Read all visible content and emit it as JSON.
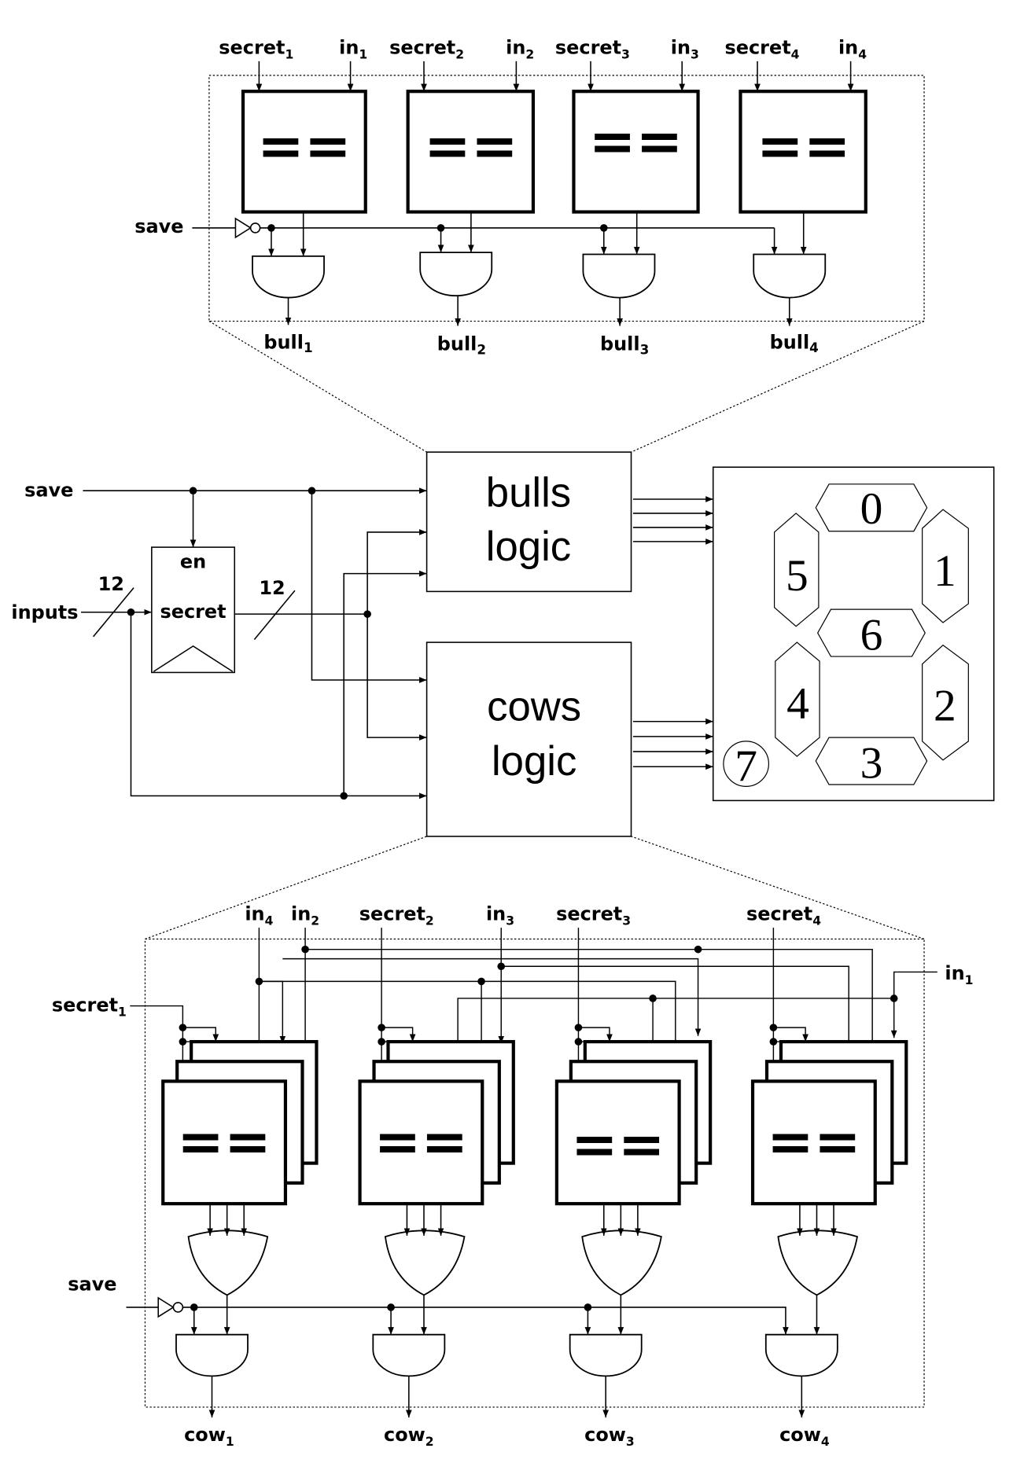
{
  "top_detail": {
    "comparators": [
      {
        "secret": "secret",
        "secret_sub": "1",
        "input": "in",
        "input_sub": "1",
        "op": "=="
      },
      {
        "secret": "secret",
        "secret_sub": "2",
        "input": "in",
        "input_sub": "2",
        "op": "=="
      },
      {
        "secret": "secret",
        "secret_sub": "3",
        "input": "in",
        "input_sub": "3",
        "op": "=="
      },
      {
        "secret": "secret",
        "secret_sub": "4",
        "input": "in",
        "input_sub": "4",
        "op": "=="
      }
    ],
    "save_label": "save",
    "outputs": [
      {
        "name": "bull",
        "sub": "1"
      },
      {
        "name": "bull",
        "sub": "2"
      },
      {
        "name": "bull",
        "sub": "3"
      },
      {
        "name": "bull",
        "sub": "4"
      }
    ]
  },
  "middle": {
    "save_label": "save",
    "inputs_label": "inputs",
    "bus_width_in": "12",
    "bus_width_out": "12",
    "register": {
      "enable": "en",
      "name": "secret"
    },
    "bulls_block": {
      "line1": "bulls",
      "line2": "logic"
    },
    "cows_block": {
      "line1": "cows",
      "line2": "logic"
    },
    "display_segments": {
      "s0": "0",
      "s1": "1",
      "s2": "2",
      "s3": "3",
      "s4": "4",
      "s5": "5",
      "s6": "6",
      "s7": "7"
    }
  },
  "bottom_detail": {
    "top_inputs": [
      {
        "name": "in",
        "sub": "4"
      },
      {
        "name": "in",
        "sub": "2"
      },
      {
        "name": "secret",
        "sub": "2"
      },
      {
        "name": "in",
        "sub": "3"
      },
      {
        "name": "secret",
        "sub": "3"
      },
      {
        "name": "secret",
        "sub": "4"
      }
    ],
    "in1": {
      "name": "in",
      "sub": "1"
    },
    "secret1": {
      "name": "secret",
      "sub": "1"
    },
    "save_label": "save",
    "comparator_op": "==",
    "outputs": [
      {
        "name": "cow",
        "sub": "1"
      },
      {
        "name": "cow",
        "sub": "2"
      },
      {
        "name": "cow",
        "sub": "3"
      },
      {
        "name": "cow",
        "sub": "4"
      }
    ]
  }
}
